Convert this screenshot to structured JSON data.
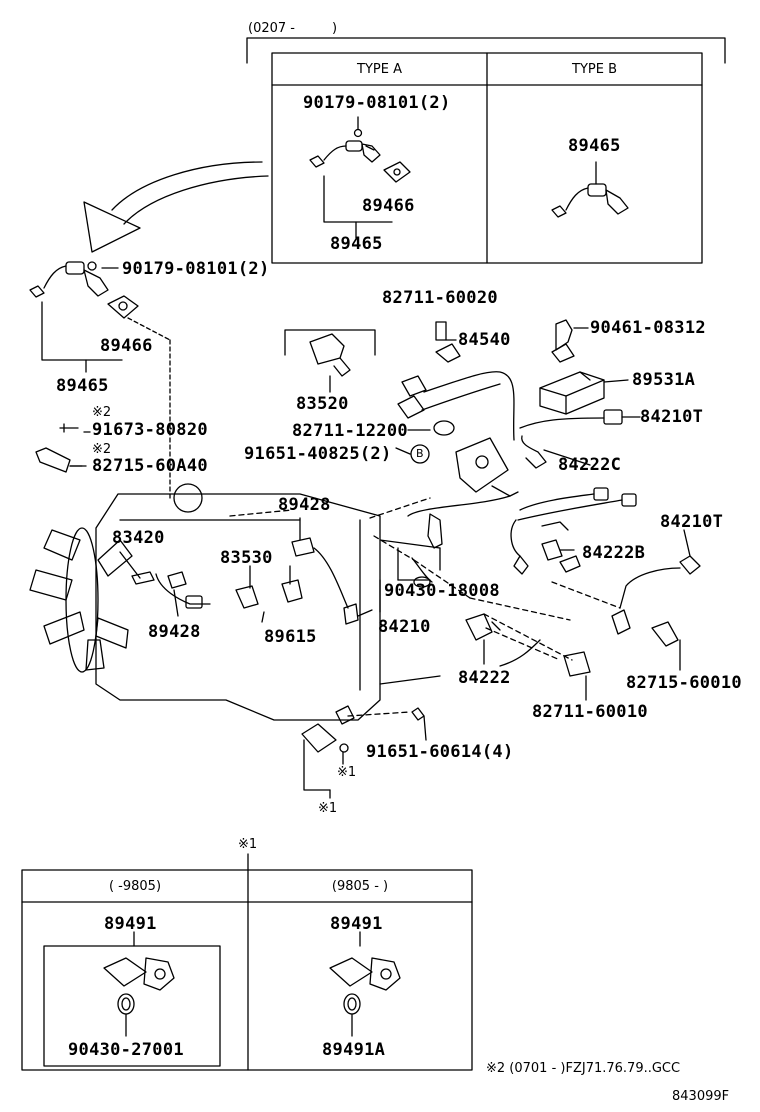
{
  "top_inset": {
    "range": "(0207 -",
    "range_close": ")",
    "type_a_header": "TYPE A",
    "type_b_header": "TYPE B",
    "type_a_labels": [
      "90179-08101(2)",
      "89466",
      "89465"
    ],
    "type_b_labels": [
      "89465"
    ]
  },
  "callouts": {
    "c_90179": "90179-08101(2)",
    "c_89466": "89466",
    "c_89465": "89465",
    "c_note2a": "※2",
    "c_91673": "91673-80820",
    "c_note2b": "※2",
    "c_82715_60A40": "82715-60A40",
    "c_91651_40825": "91651-40825(2)",
    "c_B": "B",
    "c_83520": "83520",
    "c_82711_60020": "82711-60020",
    "c_84540": "84540",
    "c_90461": "90461-08312",
    "c_89531A": "89531A",
    "c_84210T_a": "84210T",
    "c_82711_12200": "82711-12200",
    "c_84222C": "84222C",
    "c_89428_a": "89428",
    "c_83420": "83420",
    "c_83530": "83530",
    "c_84210T_b": "84210T",
    "c_84222B": "84222B",
    "c_90430_18008": "90430-18008",
    "c_89428_b": "89428",
    "c_89615": "89615",
    "c_84210": "84210",
    "c_84222": "84222",
    "c_82715_60010": "82715-60010",
    "c_82711_60010": "82711-60010",
    "c_91651_60614": "91651-60614(4)",
    "c_note1a": "※1",
    "c_note1b": "※1"
  },
  "bottom_inset": {
    "note": "※1",
    "left_header": "(     -9805)",
    "right_header": "(9805 -     )",
    "left_labels": [
      "89491",
      "90430-27001"
    ],
    "right_labels": [
      "89491",
      "89491A"
    ]
  },
  "footer": {
    "note": "※2 (0701 -          )FZJ71.76.79..GCC",
    "figure_id": "843099F"
  }
}
